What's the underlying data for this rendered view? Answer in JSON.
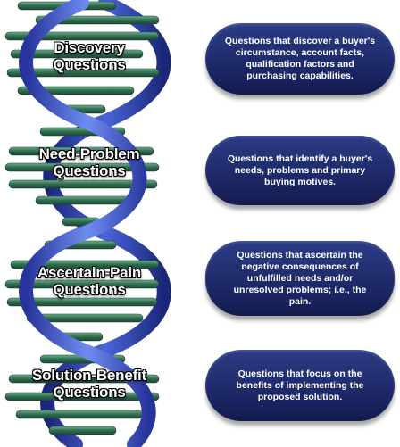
{
  "stages": [
    {
      "label_line1": "Discovery",
      "label_line2": "Questions",
      "description": "Questions that discover a buyer's circumstance, account facts, qualification factors and purchasing capabilities."
    },
    {
      "label_line1": "Need-Problem",
      "label_line2": "Questions",
      "description": "Questions that identify a buyer's needs, problems and primary buying motives."
    },
    {
      "label_line1": "Ascertain-Pain",
      "label_line2": "Questions",
      "description": "Questions that ascertain the negative consequences of unfulfilled needs and/or unresolved problems; i.e., the pain."
    },
    {
      "label_line1": "Solution-Benefit",
      "label_line2": "Questions",
      "description": "Questions that focus on the benefits of implementing the proposed solution."
    }
  ],
  "colors": {
    "helix_strand": "#2a3b9c",
    "rung": "#2e6b4d",
    "panel": "#1b2562"
  }
}
